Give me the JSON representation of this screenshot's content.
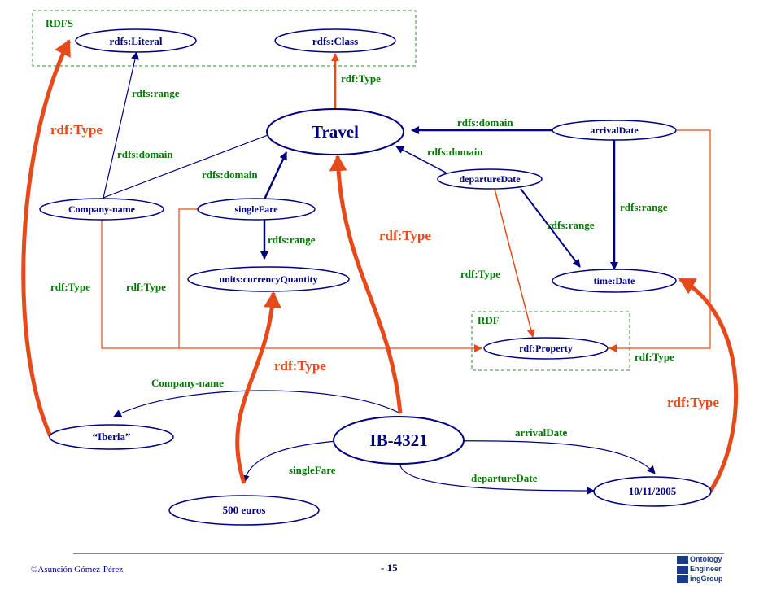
{
  "groups": {
    "rdfs": "RDFS",
    "rdf": "RDF"
  },
  "nodes": {
    "rdfs_literal": "rdfs:Literal",
    "rdfs_class": "rdfs:Class",
    "travel": "Travel",
    "arrival_date": "arrivalDate",
    "departure_date": "departureDate",
    "company_name": "Company-name",
    "single_fare": "singleFare",
    "currency_quantity": "units:currencyQuantity",
    "time_date": "time:Date",
    "rdf_property": "rdf:Property",
    "iberia": "“Iberia”",
    "ib4321": "IB-4321",
    "date_value": "10/11/2005",
    "euros": "500 euros"
  },
  "edge_labels": {
    "type_class": "rdf:Type",
    "range_literal": "rdfs:range",
    "domain_company": "rdfs:domain",
    "domain_singlefare": "rdfs:domain",
    "range_singlefare": "rdfs:range",
    "domain_arrival": "rdfs:domain",
    "domain_departure": "rdfs:domain",
    "range_arrival": "rdfs:range",
    "range_departure": "rdfs:range",
    "type_departure": "rdf:Type",
    "type_company": "rdf:Type",
    "type_singlefare": "rdf:Type",
    "type_arrival": "rdf:Type",
    "inst_company_name": "Company-name",
    "inst_arrival": "arrivalDate",
    "inst_departure": "departureDate",
    "inst_singlefare": "singleFare"
  },
  "big_labels": {
    "type_iberia": "rdf:Type",
    "type_ib_travel": "rdf:Type",
    "type_euros": "rdf:Type",
    "type_date": "rdf:Type"
  },
  "footer": {
    "author": "©Asunción Gómez-Pérez",
    "page": "- 15",
    "logo_lines": [
      "Ontology",
      "Engineer",
      "ingGroup"
    ]
  },
  "colors": {
    "node_stroke": "#000080",
    "schema_edge": "#000080",
    "type_edge": "#e64a1a",
    "label_green": "#007a00",
    "group_border": "#2e8b2e"
  }
}
